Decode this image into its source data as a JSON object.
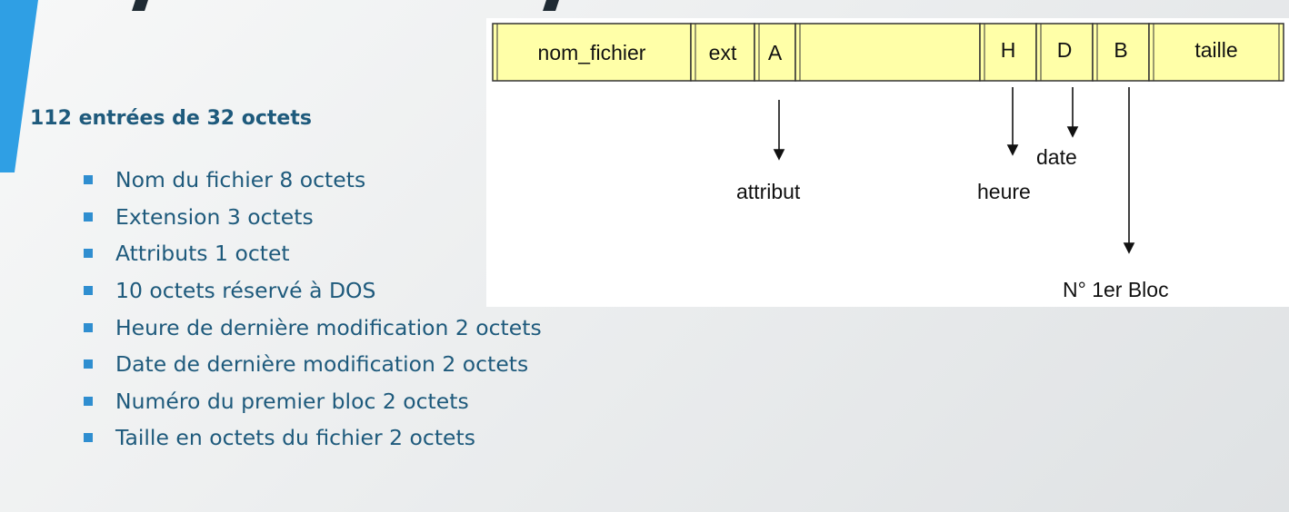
{
  "heading": "112 entrées de 32 octets",
  "items": [
    "Nom du fichier 8 octets",
    "Extension 3 octets",
    "Attributs 1 octet",
    "10 octets réservé à DOS",
    "Heure de dernière modification 2 octets",
    "Date de dernière modification 2 octets",
    "Numéro du premier bloc 2 octets",
    "Taille en octets du fichier 2 octets"
  ],
  "diagram": {
    "fields": [
      "nom_fichier",
      "ext",
      "A",
      "",
      "H",
      "D",
      "B",
      "taille"
    ],
    "labels": {
      "attribut": "attribut",
      "heure": "heure",
      "date": "date",
      "bloc": "N° 1er Bloc"
    }
  },
  "colors": {
    "accent": "#2f9fe4",
    "text": "#1e5a7c",
    "bullet": "#2f8ed0",
    "cell_fill": "#ffffa8"
  }
}
